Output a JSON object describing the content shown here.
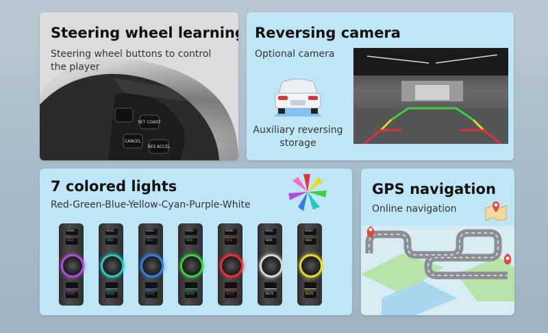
{
  "steering": {
    "title": "Steering wheel learning",
    "subtitle": "Steering wheel buttons to control the player",
    "button_labels": [
      "SET COAST",
      "CANCEL",
      "RES ACCEL"
    ]
  },
  "camera": {
    "title": "Reversing camera",
    "subtitle": "Optional camera",
    "aux_label": "Auxiliary reversing storage"
  },
  "lights": {
    "title": "7 colored lights",
    "subtitle": "Red-Green-Blue-Yellow-Cyan-Purple-White",
    "knob_colors": [
      "#b24bd8",
      "#27c7c2",
      "#2f7fe0",
      "#3ad040",
      "#e2323a",
      "#d8d8d8",
      "#e8d92a"
    ],
    "panel_labels": {
      "menu": "MENU",
      "navi": "NAVI",
      "mute": "MUTE"
    }
  },
  "gps": {
    "title": "GPS navigation",
    "subtitle": "Online navigation"
  },
  "colors": {
    "card_bg": "#bfe6f7",
    "text_dark": "#111111",
    "pin_red": "#e2463d",
    "road": "#8a8f95"
  }
}
